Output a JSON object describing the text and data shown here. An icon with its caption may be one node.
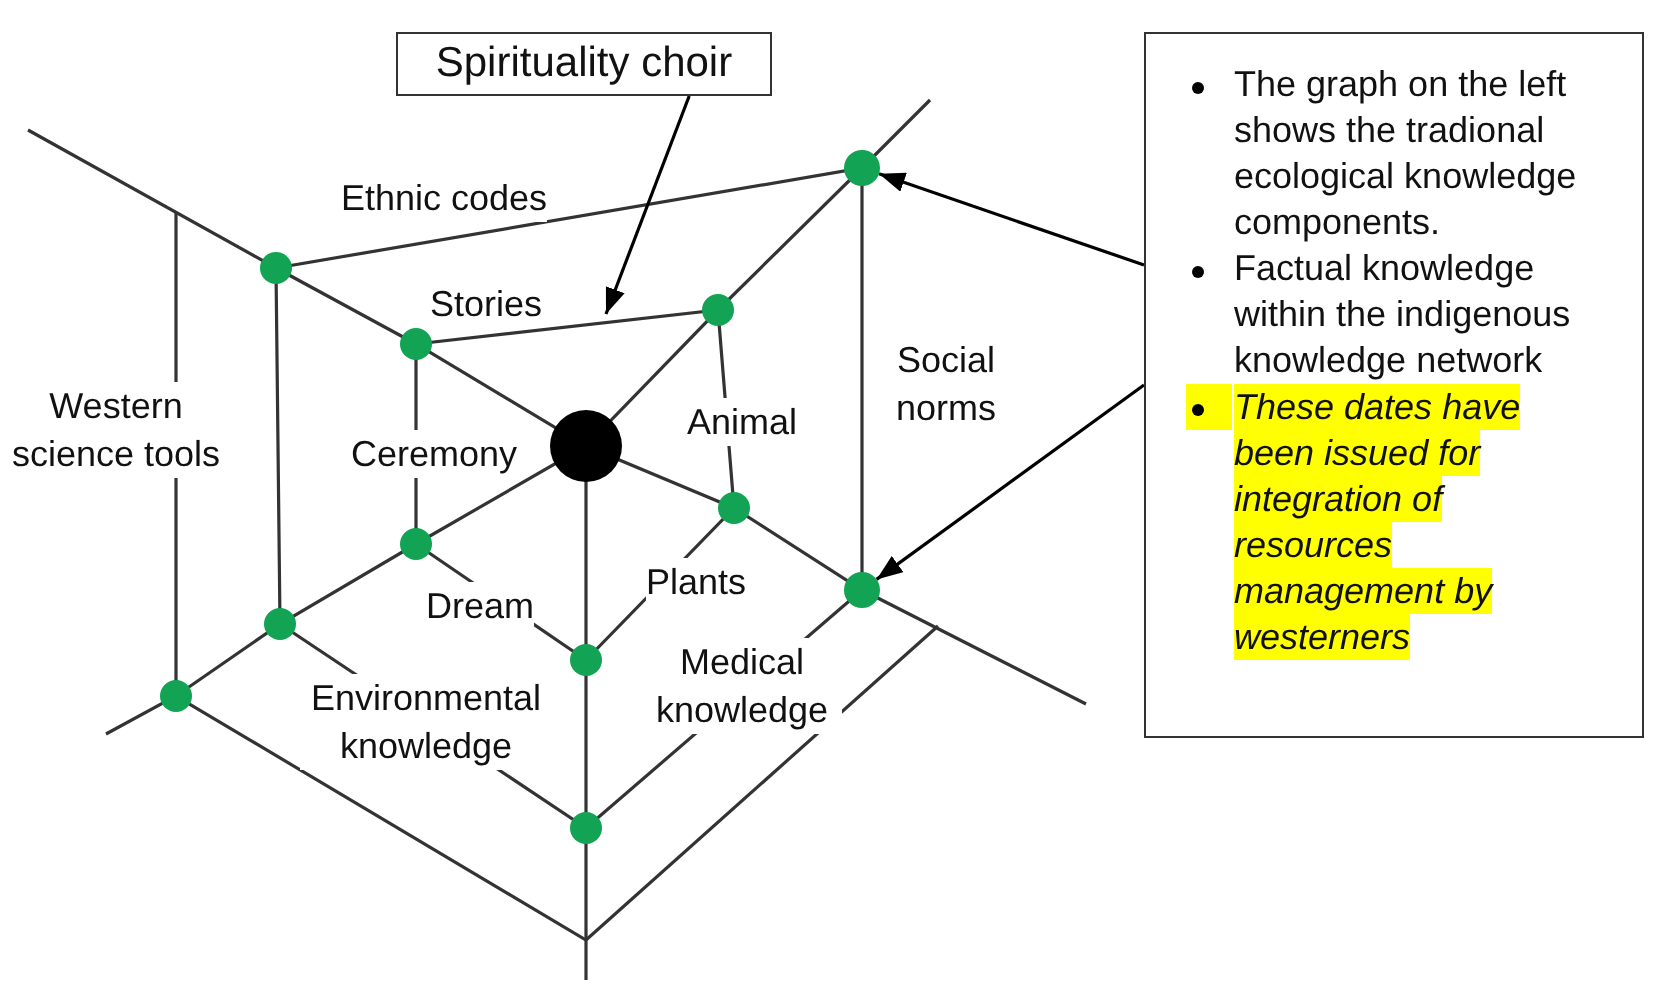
{
  "diagram": {
    "nodes": [
      {
        "text": [
          "Spirituality choir"
        ]
      },
      {
        "text": [
          "The graph on the left shows the tradional ecological knowledge components.",
          "Factual knowledge within the indigenous knowledge network",
          "These dates have been issued for integration of resources management by westerners"
        ]
      },
      {
        "text": [],
        "shape": "circle"
      },
      {
        "text": [],
        "shape": "circle"
      }
    ],
    "edges": [
      {
        "from": 0,
        "to": null,
        "arrow": "to"
      },
      {
        "from": 1,
        "to": 2,
        "arrow": "to"
      },
      {
        "from": 1,
        "to": 3,
        "arrow": "to"
      }
    ],
    "labels": [
      "Ethnic codes",
      "Stories",
      "Social norms",
      "Western science tools",
      "Animal",
      "Ceremony",
      "Plants",
      "Dream",
      "Medical knowledge",
      "Environmental knowledge"
    ]
  }
}
